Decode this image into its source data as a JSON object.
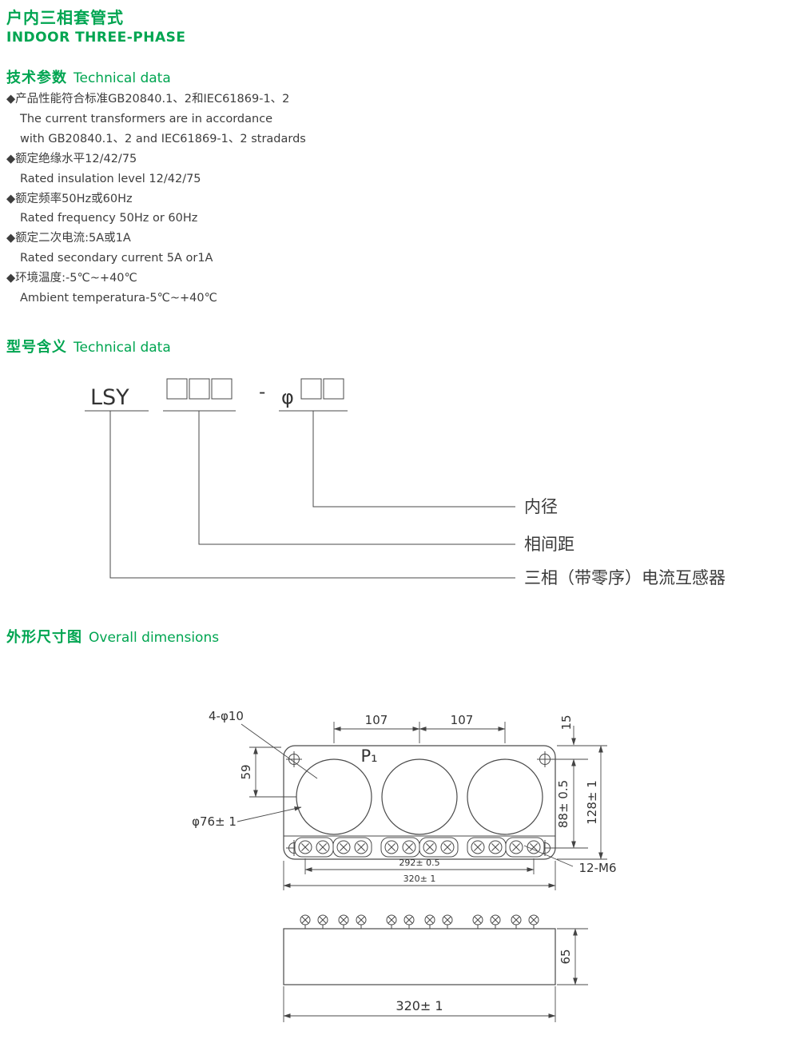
{
  "header": {
    "title_zh": "户内三相套管式",
    "title_en": "INDOOR THREE-PHASE"
  },
  "sections": {
    "tech": {
      "zh": "技术参数",
      "en": "Technical data"
    },
    "model": {
      "zh": "型号含义",
      "en": "Technical data"
    },
    "dims": {
      "zh": "外形尺寸图",
      "en": "Overall dimensions"
    }
  },
  "technical_data": {
    "lines": [
      "◆产品性能符合标准GB20840.1、2和IEC61869-1、2",
      "The current transformers are in accordance",
      "with GB20840.1、2 and IEC61869-1、2 stradards",
      "◆额定绝缘水平12/42/75",
      "Rated insulation level 12/42/75",
      "◆额定频率50Hz或60Hz",
      "Rated frequency 50Hz or 60Hz",
      "◆额定二次电流:5A或1A",
      "Rated secondary current 5A or1A",
      "◆环境温度:-5℃~+40℃",
      "Ambient temperatura-5℃~+40℃"
    ]
  },
  "model": {
    "prefix": "LSY",
    "dash": "-",
    "phi": "φ",
    "labels": {
      "inner_diameter": "内径",
      "phase_spacing": "相间距",
      "product_type": "三相（带零序）电流互感器"
    }
  },
  "drawing": {
    "front": {
      "holes_label": "4-φ10",
      "pitch_left": "107",
      "pitch_right": "107",
      "top_margin": "15",
      "center_from_top": "59",
      "p1": "P₁",
      "hole_span_v": "88± 0.5",
      "height": "128± 1",
      "bore": "φ76± 1",
      "terminal_span": "292± 0.5",
      "width": "320± 1",
      "terminal_label": "12-M6"
    },
    "side": {
      "height": "65",
      "width": "320± 1"
    }
  },
  "colors": {
    "accent_green": "#00a551",
    "line_gray": "#4a4a4a",
    "text_dark": "#3d3d3d"
  }
}
